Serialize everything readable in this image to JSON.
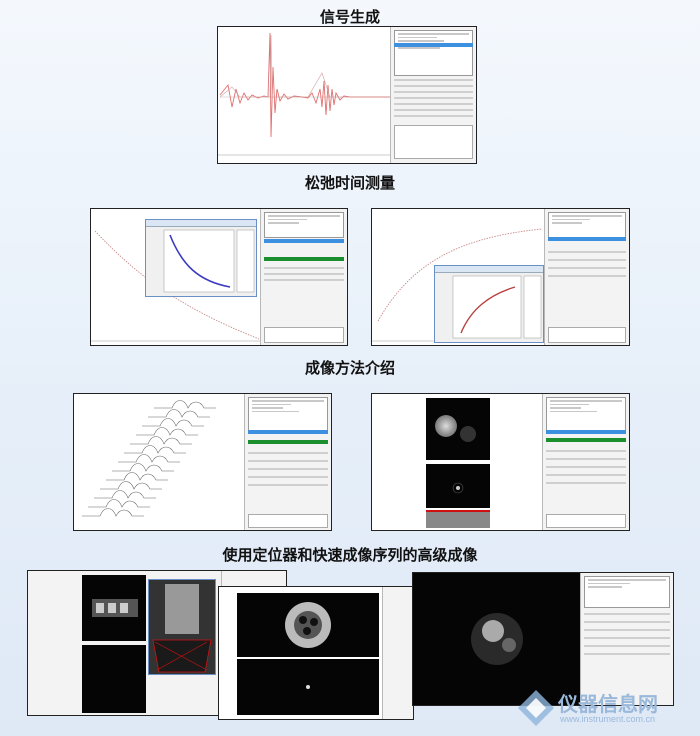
{
  "sections": {
    "signal": "信号生成",
    "relaxation": "松弛时间测量",
    "imaging": "成像方法介绍",
    "advanced": "使用定位器和快速成像序列的高级成像"
  },
  "watermark": {
    "brand": "仪器信息网",
    "url": "www.instrument.com.cn"
  },
  "colors": {
    "signal_trace": "#e07070",
    "relax_curve": "#c98a8a",
    "fit_curve": "#3b3bc0",
    "selection": "#3d8fe0",
    "progress_green": "#1b8e2e",
    "red_marker": "#d01010"
  }
}
